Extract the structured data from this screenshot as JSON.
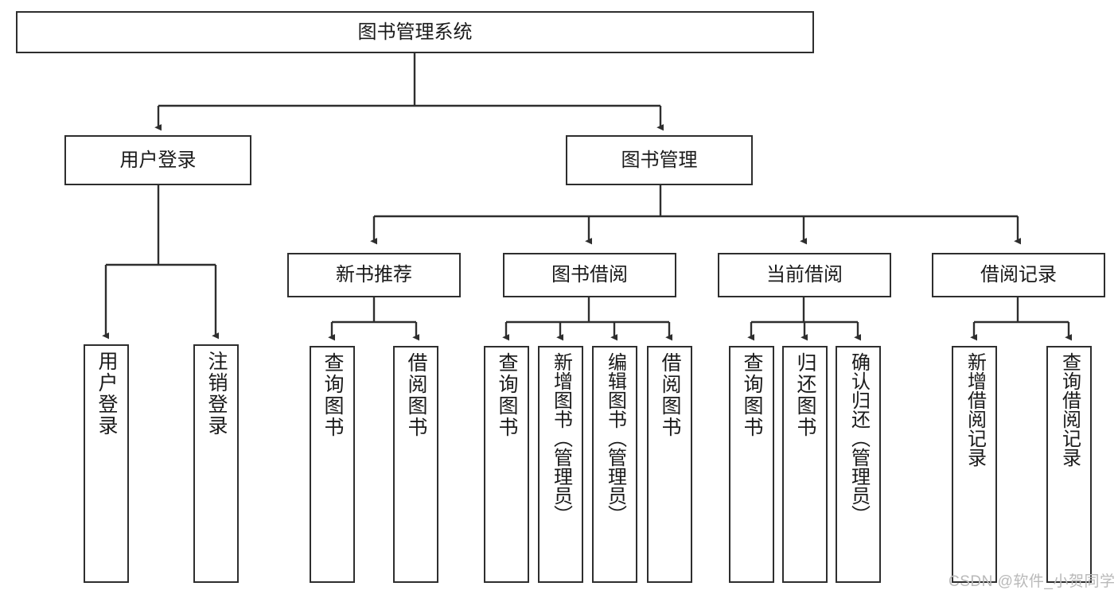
{
  "diagram": {
    "type": "tree-hierarchy",
    "title": "图书管理系统",
    "root": {
      "label": "图书管理系统"
    },
    "level1": [
      {
        "label": "用户登录"
      },
      {
        "label": "图书管理"
      }
    ],
    "level2": [
      {
        "label": "新书推荐"
      },
      {
        "label": "图书借阅"
      },
      {
        "label": "当前借阅"
      },
      {
        "label": "借阅记录"
      }
    ],
    "leaves": {
      "user_login": [
        {
          "label": "用户登录"
        },
        {
          "label": "注销登录"
        }
      ],
      "new_book_recommend": [
        {
          "label": "查询图书"
        },
        {
          "label": "借阅图书"
        }
      ],
      "book_borrow": [
        {
          "label": "查询图书"
        },
        {
          "label": "新增图书（管理员）"
        },
        {
          "label": "编辑图书（管理员）"
        },
        {
          "label": "借阅图书"
        }
      ],
      "current_borrow": [
        {
          "label": "查询图书"
        },
        {
          "label": "归还图书"
        },
        {
          "label": "确认归还（管理员）"
        }
      ],
      "borrow_record": [
        {
          "label": "新增借阅记录"
        },
        {
          "label": "查询借阅记录"
        }
      ]
    },
    "colors": {
      "stroke": "#2e2e2e",
      "background": "#ffffff",
      "text": "#1a1a1a",
      "watermark": "#b9b9b9"
    }
  },
  "watermark": {
    "text": "CSDN @软件_小贺同学"
  }
}
